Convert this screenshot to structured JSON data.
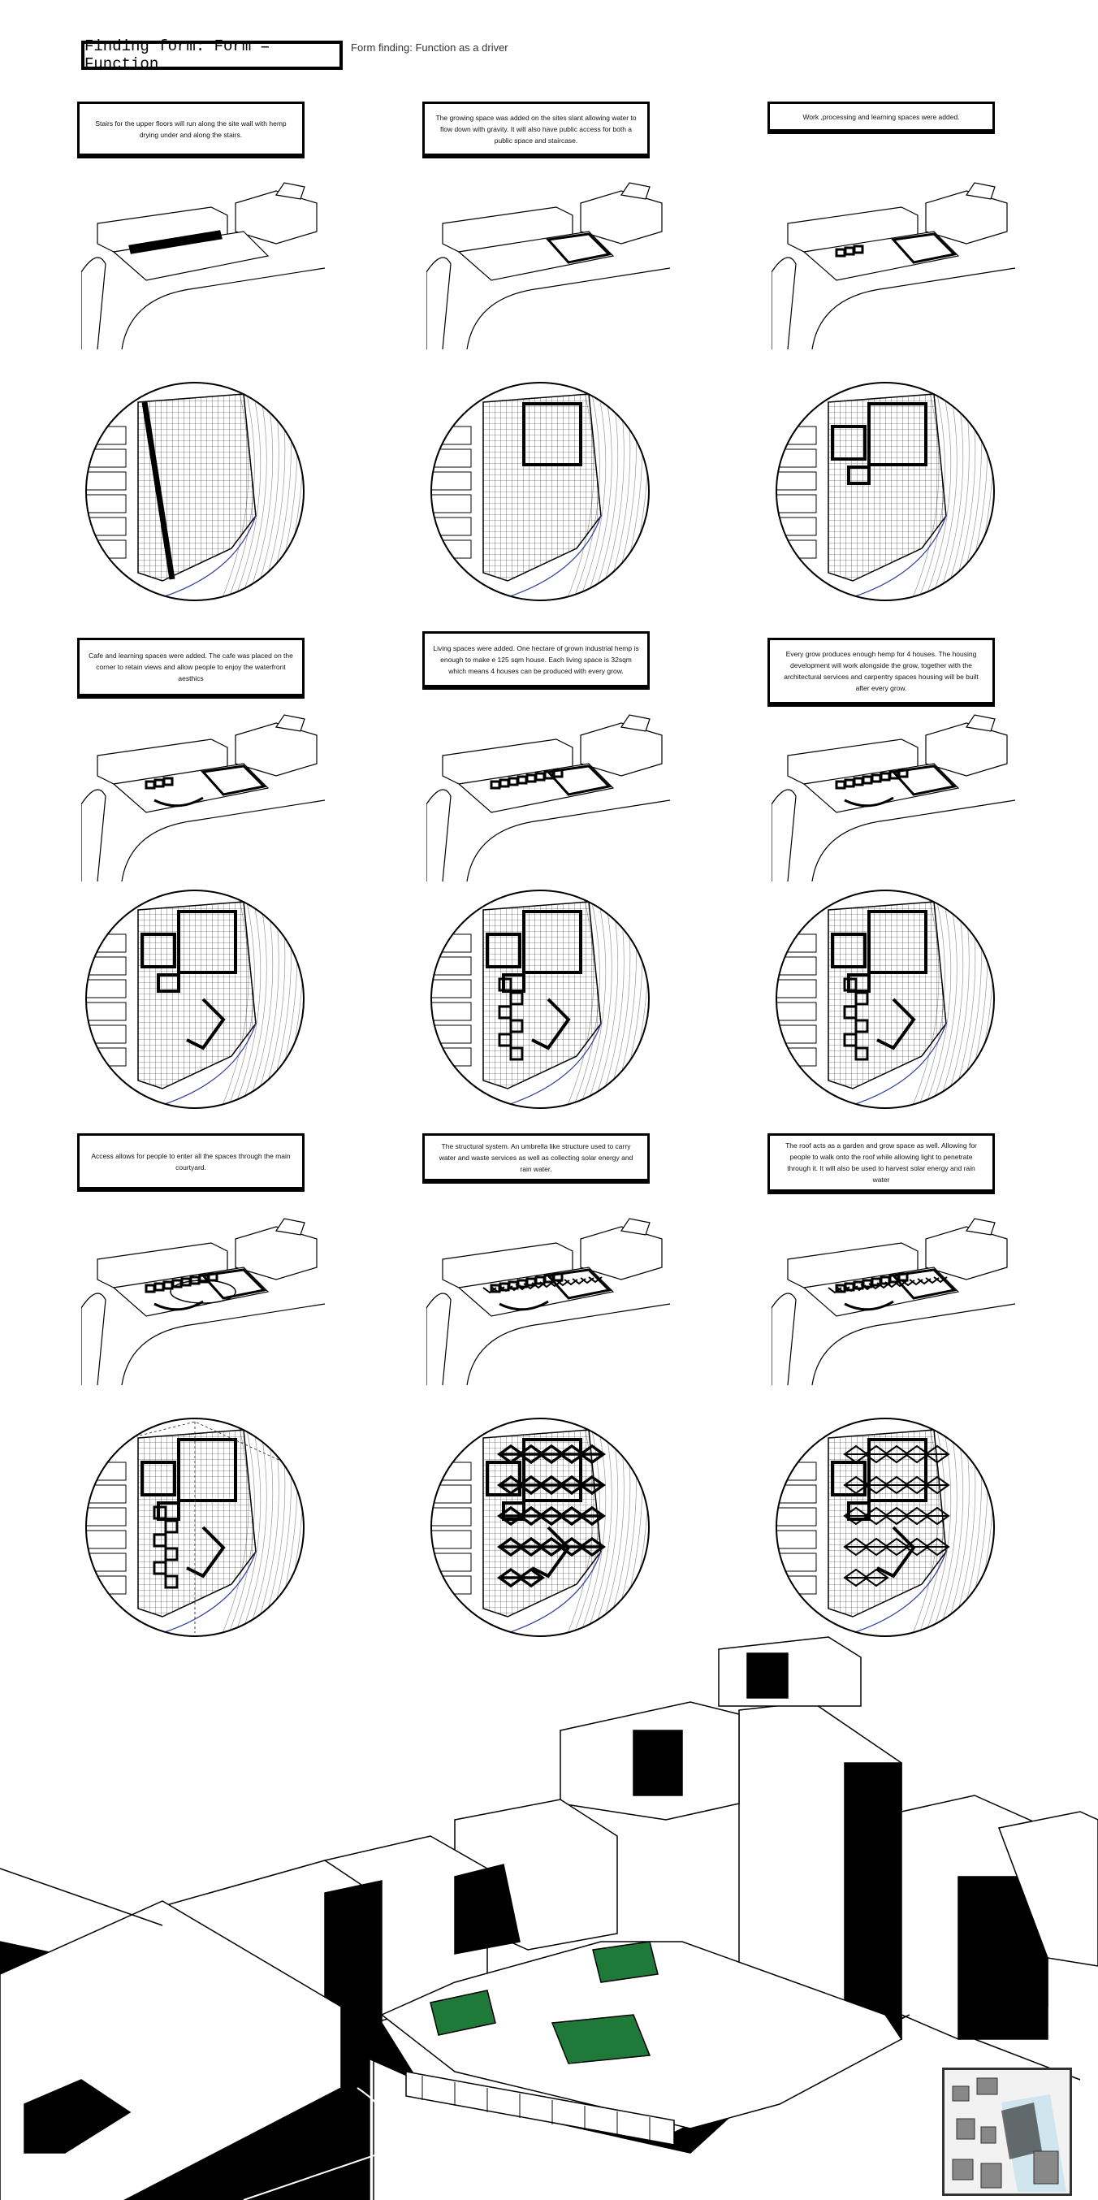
{
  "header": {
    "title": "Finding form: Form = Function",
    "subtitle": "Form finding: Function as a driver"
  },
  "steps": [
    {
      "caption": "Stairs for the upper floors will run  along the site wall with hemp drying under and along the stairs."
    },
    {
      "caption": "The growing space was added on the sites slant allowing water to flow down with gravity. It will also have public access for both a public space and staircase."
    },
    {
      "caption": "Work ,processing and learning spaces were added."
    },
    {
      "caption": "Cafe and learning spaces were added. The cafe was placed on the corner to retain views and allow people to enjoy the waterfront aesthics"
    },
    {
      "caption": "Living spaces were added. One hectare of grown industrial hemp is enough to make e 125 sqm house. Each living space is 32sqm which means 4 houses can be produced with every grow."
    },
    {
      "caption": "Every grow produces enough hemp for 4 houses. The housing development will work alongside the grow, together with the architectural services and carpentry spaces housing will be built after every grow."
    },
    {
      "caption": "Access allows for people to enter all the spaces through the main courtyard."
    },
    {
      "caption": "The structural system. An umbrella like structure used to carry water and waste services as well as collecting solar energy and rain water."
    },
    {
      "caption": "The roof acts as a garden and grow space as well. Allowing for people to walk onto the roof while allowing light to penetrate through it. It will also be used to harvest solar energy and rain water"
    }
  ],
  "colors": {
    "roof_green": "#1f7a3a",
    "ink": "#000000"
  }
}
